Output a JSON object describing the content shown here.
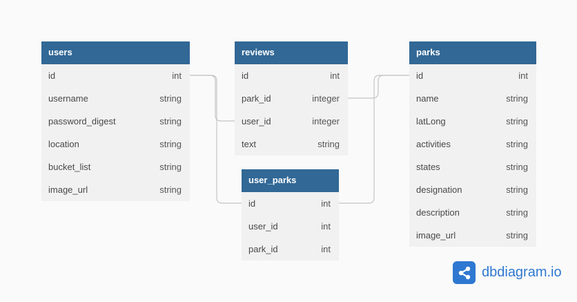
{
  "tables": {
    "users": {
      "name": "users",
      "fields": [
        {
          "name": "id",
          "type": "int"
        },
        {
          "name": "username",
          "type": "string"
        },
        {
          "name": "password_digest",
          "type": "string"
        },
        {
          "name": "location",
          "type": "string"
        },
        {
          "name": "bucket_list",
          "type": "string"
        },
        {
          "name": "image_url",
          "type": "string"
        }
      ]
    },
    "reviews": {
      "name": "reviews",
      "fields": [
        {
          "name": "id",
          "type": "int"
        },
        {
          "name": "park_id",
          "type": "integer"
        },
        {
          "name": "user_id",
          "type": "integer"
        },
        {
          "name": "text",
          "type": "string"
        }
      ]
    },
    "user_parks": {
      "name": "user_parks",
      "fields": [
        {
          "name": "id",
          "type": "int"
        },
        {
          "name": "user_id",
          "type": "int"
        },
        {
          "name": "park_id",
          "type": "int"
        }
      ]
    },
    "parks": {
      "name": "parks",
      "fields": [
        {
          "name": "id",
          "type": "int"
        },
        {
          "name": "name",
          "type": "string"
        },
        {
          "name": "latLong",
          "type": "string"
        },
        {
          "name": "activities",
          "type": "string"
        },
        {
          "name": "states",
          "type": "string"
        },
        {
          "name": "designation",
          "type": "string"
        },
        {
          "name": "description",
          "type": "string"
        },
        {
          "name": "image_url",
          "type": "string"
        }
      ]
    }
  },
  "relationships": [
    {
      "from": "users.id",
      "to": "reviews.user_id"
    },
    {
      "from": "users.id",
      "to": "user_parks.id"
    },
    {
      "from": "parks.id",
      "to": "reviews.park_id"
    },
    {
      "from": "parks.id",
      "to": "user_parks.id"
    }
  ],
  "brand": {
    "name": "dbdiagram.io",
    "logo_icon": "share-nodes-icon",
    "color": "#2f78d1"
  },
  "colors": {
    "header": "#316896",
    "body": "#f1f1f1",
    "wire": "#c4c4c4"
  }
}
